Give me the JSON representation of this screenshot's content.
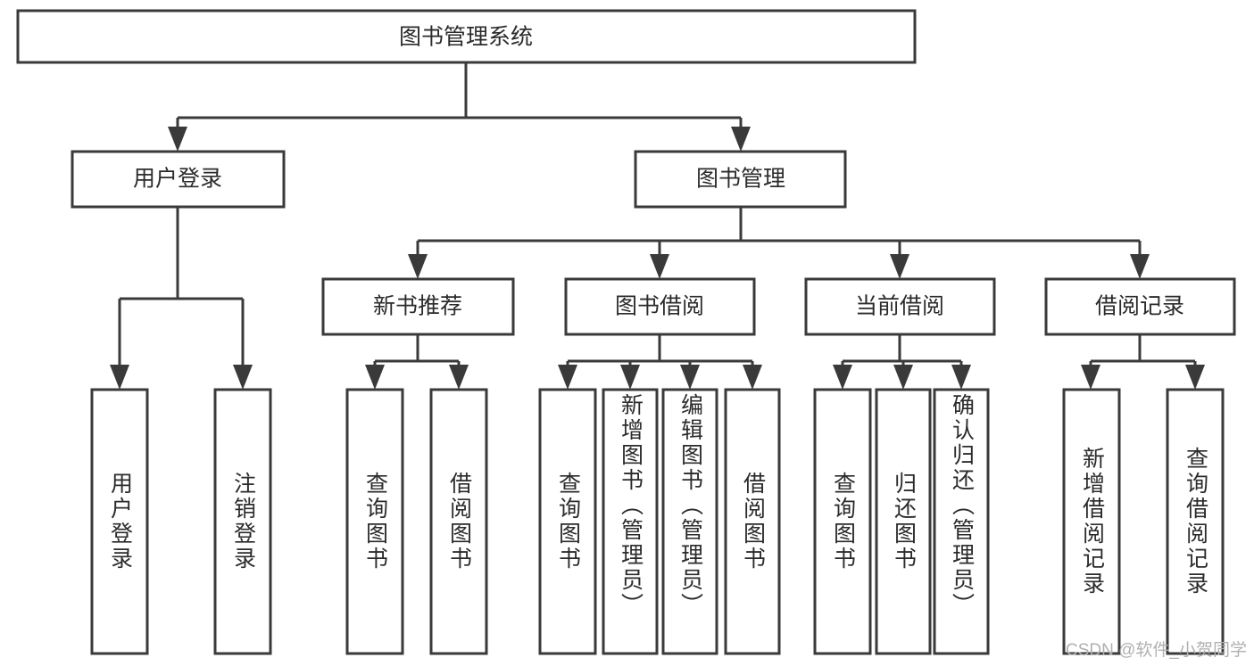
{
  "diagram": {
    "title": "图书管理系统",
    "watermark": "CSDN @软件_小贺同学",
    "type": "tree-hierarchy",
    "colors": {
      "box_stroke": "#3a3a3a",
      "box_fill": "#ffffff",
      "connector": "#3a3a3a",
      "text": "#2b2b2b",
      "watermark": "#b0b0b0",
      "background": "#ffffff"
    },
    "root": {
      "label": "图书管理系统",
      "orientation": "horizontal"
    },
    "level2": [
      {
        "label": "用户登录",
        "orientation": "horizontal"
      },
      {
        "label": "图书管理",
        "orientation": "horizontal"
      }
    ],
    "level3": [
      {
        "label": "新书推荐",
        "orientation": "horizontal"
      },
      {
        "label": "图书借阅",
        "orientation": "horizontal"
      },
      {
        "label": "当前借阅",
        "orientation": "horizontal"
      },
      {
        "label": "借阅记录",
        "orientation": "horizontal"
      }
    ],
    "leaves": {
      "user_login": [
        {
          "label": "用户登录",
          "orientation": "vertical"
        },
        {
          "label": "注销登录",
          "orientation": "vertical"
        }
      ],
      "new_book_recommend": [
        {
          "label": "查询图书",
          "orientation": "vertical"
        },
        {
          "label": "借阅图书",
          "orientation": "vertical"
        }
      ],
      "book_borrow": [
        {
          "label": "查询图书",
          "orientation": "vertical"
        },
        {
          "label": "新增图书（管理员）",
          "orientation": "vertical"
        },
        {
          "label": "编辑图书（管理员）",
          "orientation": "vertical"
        },
        {
          "label": "借阅图书",
          "orientation": "vertical"
        }
      ],
      "current_borrow": [
        {
          "label": "查询图书",
          "orientation": "vertical"
        },
        {
          "label": "归还图书",
          "orientation": "vertical"
        },
        {
          "label": "确认归还（管理员）",
          "orientation": "vertical"
        }
      ],
      "borrow_record": [
        {
          "label": "新增借阅记录",
          "orientation": "vertical"
        },
        {
          "label": "查询借阅记录",
          "orientation": "vertical"
        }
      ]
    }
  }
}
